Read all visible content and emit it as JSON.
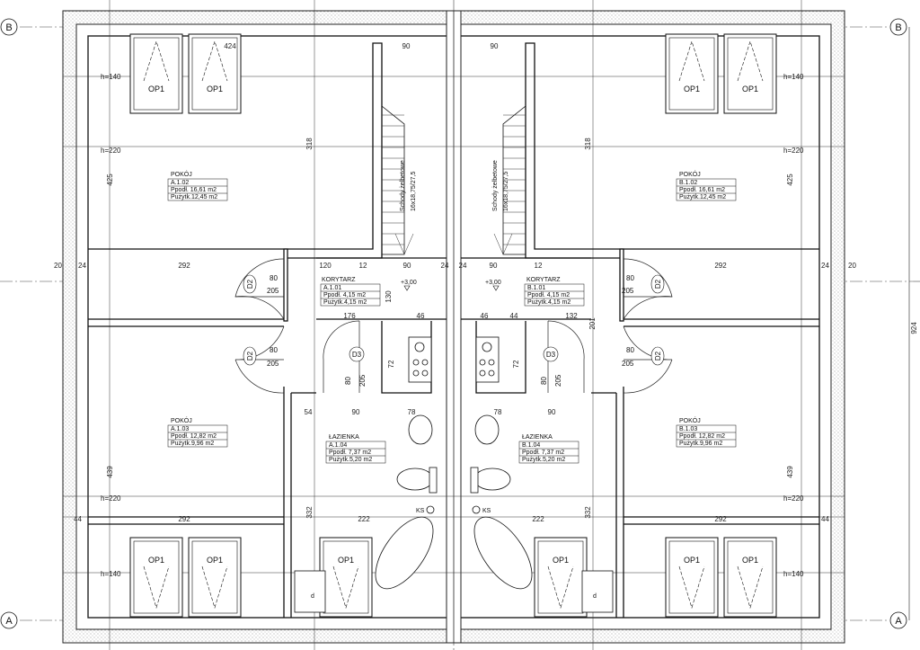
{
  "axes": {
    "top": "B",
    "bottom": "A"
  },
  "right_dimension": "924",
  "stairs": {
    "left": {
      "line1": "Schody żelbetowe",
      "line2": "16x18,75/27,5",
      "level": "+3,00"
    },
    "right": {
      "line1": "Schody żelbetowe",
      "line2": "16x18,75/27,5",
      "level": "+3,00"
    }
  },
  "rooms": {
    "a102": {
      "name": "POKÓJ",
      "id": "A.1.02",
      "area": "Ppodł. 16,61 m2",
      "usable": "Pużytk.12,45 m2"
    },
    "a101": {
      "name": "KORYTARZ",
      "id": "A.1.01",
      "area": "Ppodł. 4,15 m2",
      "usable": "Pużytk.4,15 m2"
    },
    "a103": {
      "name": "POKÓJ",
      "id": "A.1.03",
      "area": "Ppodł. 12,82 m2",
      "usable": "Pużytk.9,96 m2"
    },
    "a104": {
      "name": "ŁAZIENKA",
      "id": "A.1.04",
      "area": "Ppodł. 7,37 m2",
      "usable": "Pużytk.5,20 m2"
    },
    "b102": {
      "name": "POKÓJ",
      "id": "B.1.02",
      "area": "Ppodł. 16,61 m2",
      "usable": "Pużytk.12,45 m2"
    },
    "b101": {
      "name": "KORYTARZ",
      "id": "B.1.01",
      "area": "Ppodł. 4,15 m2",
      "usable": "Pużytk.4,15 m2"
    },
    "b103": {
      "name": "POKÓJ",
      "id": "B.1.03",
      "area": "Ppodł. 12,82 m2",
      "usable": "Pużytk.9,96 m2"
    },
    "b104": {
      "name": "ŁAZIENKA",
      "id": "B.1.04",
      "area": "Ppodł. 7,37 m2",
      "usable": "Pużytk.5,20 m2"
    }
  },
  "windows": {
    "label": "OP1"
  },
  "doors": {
    "d2": "D2",
    "d3": "D3",
    "w80": "80",
    "h205": "205"
  },
  "heights": {
    "h140": "h=140",
    "h220": "h=220"
  },
  "dims": {
    "d424": "424",
    "d90": "90",
    "d318": "318",
    "d130": "130",
    "d425": "425",
    "d292": "292",
    "d24": "24",
    "d20": "20",
    "d120": "120",
    "d12": "12",
    "d176": "176",
    "d46": "46",
    "d44": "44",
    "d132": "132",
    "d72": "72",
    "d78": "78",
    "d54": "54",
    "d439": "439",
    "d222": "222",
    "d332": "332",
    "d201": "201",
    "d44b": "44",
    "ks": "KS",
    "d": "d"
  }
}
